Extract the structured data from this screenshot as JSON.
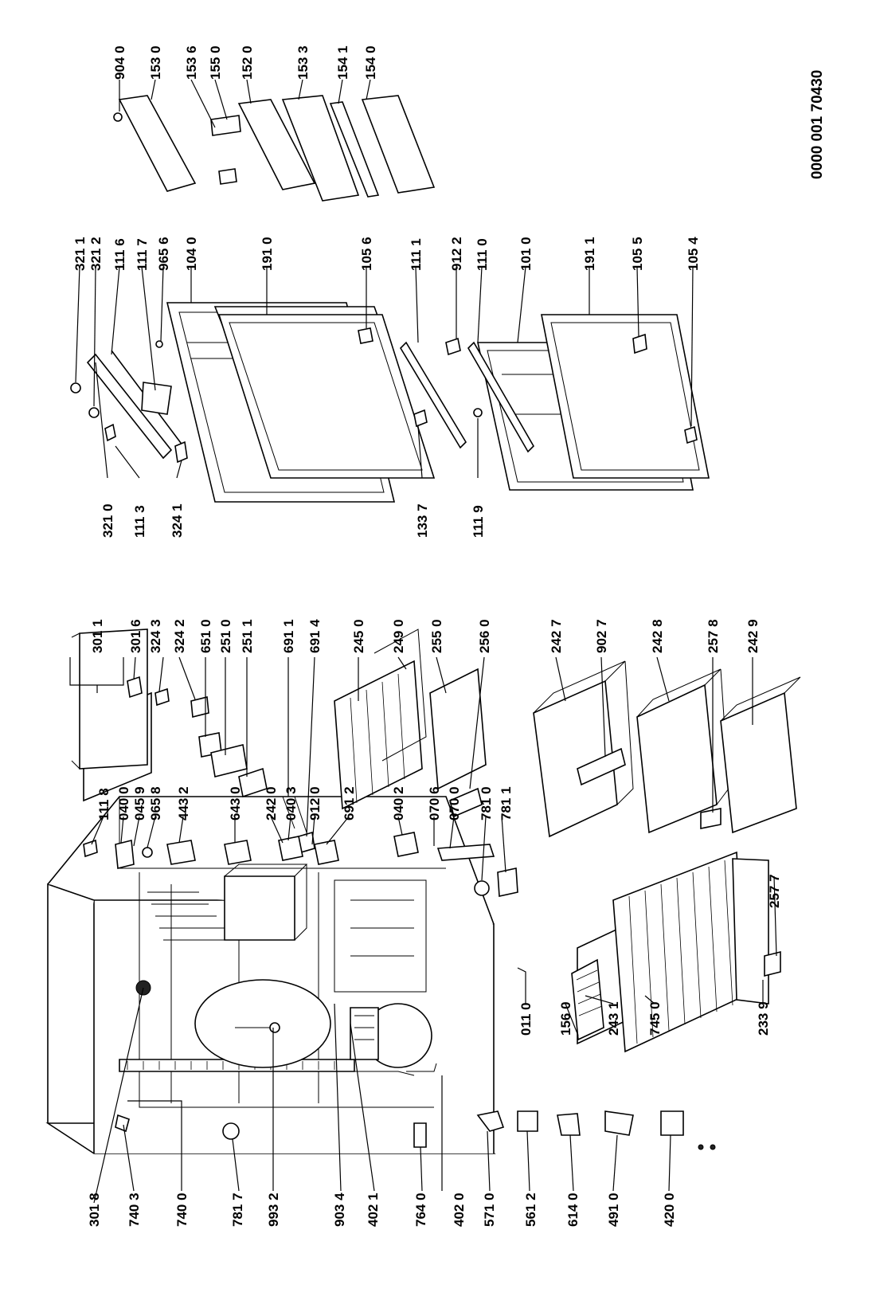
{
  "document_number": "0000 001 70430",
  "callouts": {
    "c3018": "301 8",
    "c7403": "740 3",
    "c7400": "740 0",
    "c7817": "781 7",
    "c9932": "993 2",
    "c9034": "903 4",
    "c4021": "402 1",
    "c7640": "764 0",
    "c4020": "402 0",
    "c5710": "571 0",
    "c5612": "561 2",
    "c6140": "614 0",
    "c4910": "491 0",
    "c4200": "420 0",
    "c0110": "011 0",
    "c1560": "156 0",
    "c2431": "243 1",
    "c7450": "745 0",
    "c2339": "233 9",
    "c2577": "257 7",
    "c1118": "111 8",
    "c0400": "040 0",
    "c0459": "045 9",
    "c9658": "965 8",
    "c4432": "443 2",
    "c6430": "643 0",
    "c2420": "242 0",
    "c0403": "040 3",
    "c9120": "912 0",
    "c6912": "691 2",
    "c0402": "040 2",
    "c0706": "070 6",
    "c0700": "070 0",
    "c7810": "781 0",
    "c7811": "781 1",
    "c3011": "301 1",
    "c3016": "301 6",
    "c3243": "324 3",
    "c3242": "324 2",
    "c6510": "651 0",
    "c2510": "251 0",
    "c2511": "251 1",
    "c6911": "691 1",
    "c6914": "691 4",
    "c2450": "245 0",
    "c2490": "249 0",
    "c2550": "255 0",
    "c2560": "256 0",
    "c2427": "242 7",
    "c9027": "902 7",
    "c2428": "242 8",
    "c2578": "257 8",
    "c2429": "242 9",
    "c3210": "321 0",
    "c1113": "111 3",
    "c3241": "324 1",
    "c1337": "133 7",
    "c1119": "111 9",
    "c3211": "321 1",
    "c3212": "321 2",
    "c1116": "111 6",
    "c1117": "111 7",
    "c9656": "965 6",
    "c1040": "104 0",
    "c1910": "191 0",
    "c1056": "105 6",
    "c1111": "111 1",
    "c9122": "912 2",
    "c1110": "111 0",
    "c1010": "101 0",
    "c1911": "191 1",
    "c1055": "105 5",
    "c1054": "105 4",
    "c9040": "904 0",
    "c1530": "153 0",
    "c1536": "153 6",
    "c1550": "155 0",
    "c1520": "152 0",
    "c1533": "153 3",
    "c1541": "154 1",
    "c1540": "154 0"
  }
}
